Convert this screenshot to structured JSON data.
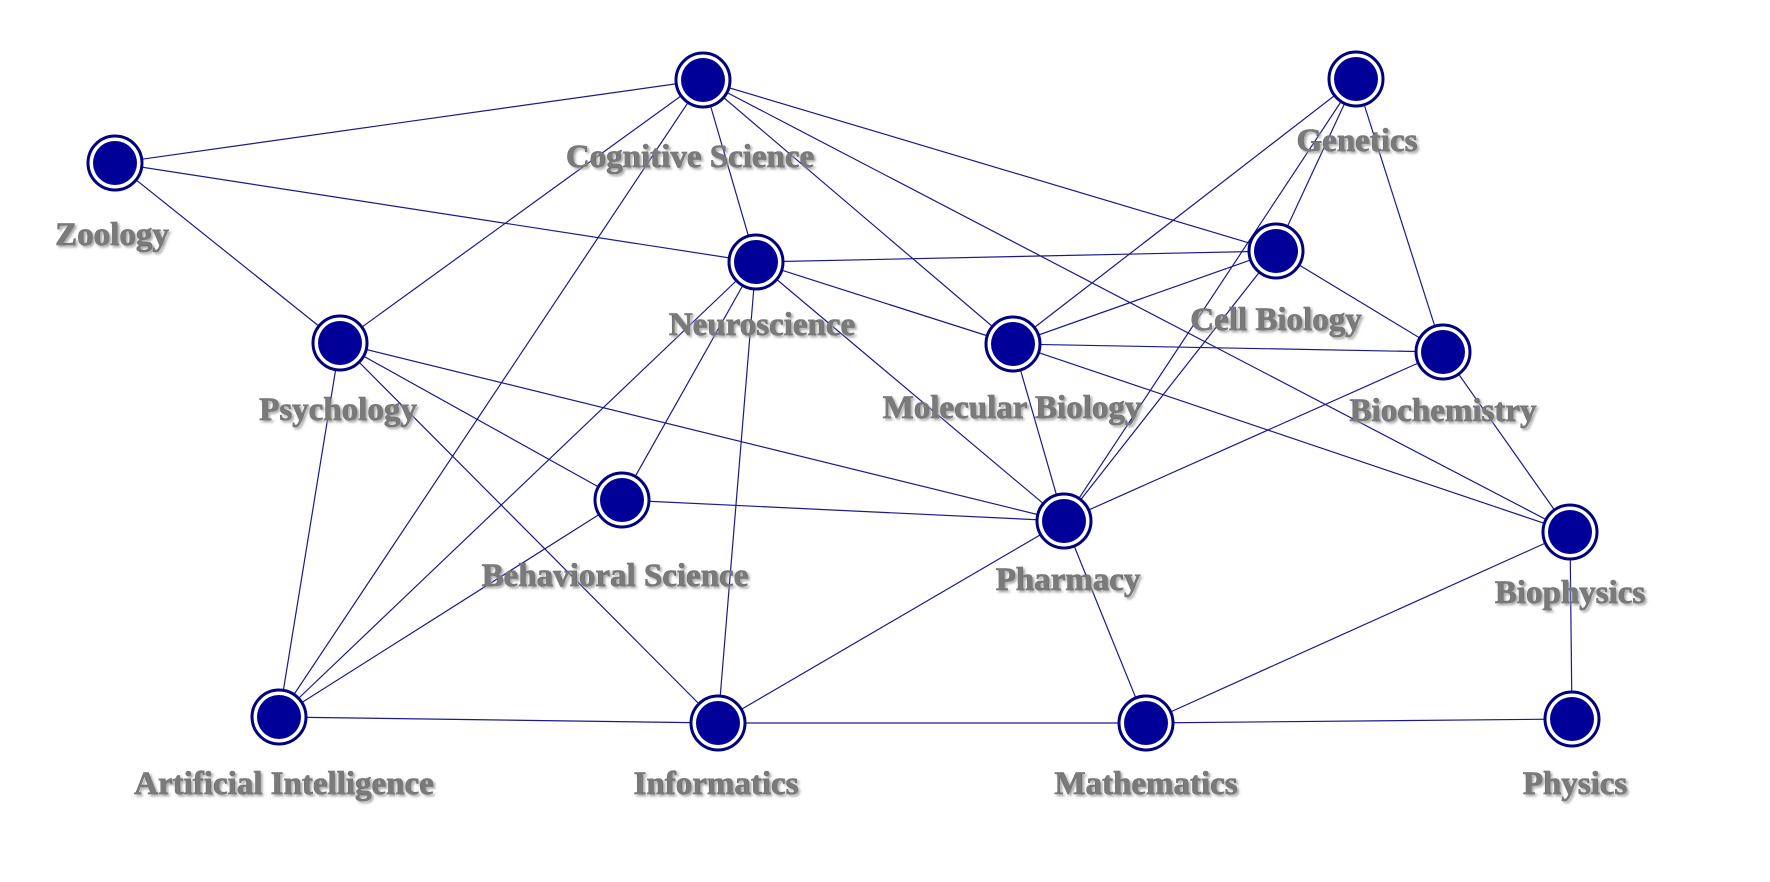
{
  "diagram": {
    "type": "network-graph",
    "colors": {
      "node_fill": "#000099",
      "node_ring": "#000080",
      "edge": "#1a1a8c",
      "label": "#7a7a7a"
    },
    "nodes": [
      {
        "id": "zoology",
        "label": "Zoology"
      },
      {
        "id": "cognitive-science",
        "label": "Cognitive Science"
      },
      {
        "id": "genetics",
        "label": "Genetics"
      },
      {
        "id": "neuroscience",
        "label": "Neuroscience"
      },
      {
        "id": "cell-biology",
        "label": "Cell Biology"
      },
      {
        "id": "psychology",
        "label": "Psychology"
      },
      {
        "id": "molecular-biology",
        "label": "Molecular Biology"
      },
      {
        "id": "biochemistry",
        "label": "Biochemistry"
      },
      {
        "id": "behavioral-science",
        "label": "Behavioral Science"
      },
      {
        "id": "pharmacy",
        "label": "Pharmacy"
      },
      {
        "id": "biophysics",
        "label": "Biophysics"
      },
      {
        "id": "artificial-intelligence",
        "label": "Artificial Intelligence"
      },
      {
        "id": "informatics",
        "label": "Informatics"
      },
      {
        "id": "mathematics",
        "label": "Mathematics"
      },
      {
        "id": "physics",
        "label": "Physics"
      }
    ],
    "edges": [
      [
        "zoology",
        "cognitive-science"
      ],
      [
        "zoology",
        "neuroscience"
      ],
      [
        "zoology",
        "psychology"
      ],
      [
        "cognitive-science",
        "neuroscience"
      ],
      [
        "cognitive-science",
        "psychology"
      ],
      [
        "cognitive-science",
        "artificial-intelligence"
      ],
      [
        "cognitive-science",
        "molecular-biology"
      ],
      [
        "cognitive-science",
        "cell-biology"
      ],
      [
        "cognitive-science",
        "biophysics"
      ],
      [
        "genetics",
        "molecular-biology"
      ],
      [
        "genetics",
        "cell-biology"
      ],
      [
        "genetics",
        "biochemistry"
      ],
      [
        "genetics",
        "pharmacy"
      ],
      [
        "neuroscience",
        "cell-biology"
      ],
      [
        "neuroscience",
        "molecular-biology"
      ],
      [
        "neuroscience",
        "behavioral-science"
      ],
      [
        "neuroscience",
        "pharmacy"
      ],
      [
        "neuroscience",
        "artificial-intelligence"
      ],
      [
        "neuroscience",
        "informatics"
      ],
      [
        "cell-biology",
        "molecular-biology"
      ],
      [
        "cell-biology",
        "biochemistry"
      ],
      [
        "cell-biology",
        "pharmacy"
      ],
      [
        "psychology",
        "behavioral-science"
      ],
      [
        "psychology",
        "pharmacy"
      ],
      [
        "psychology",
        "artificial-intelligence"
      ],
      [
        "psychology",
        "informatics"
      ],
      [
        "molecular-biology",
        "biochemistry"
      ],
      [
        "molecular-biology",
        "pharmacy"
      ],
      [
        "molecular-biology",
        "biophysics"
      ],
      [
        "biochemistry",
        "biophysics"
      ],
      [
        "biochemistry",
        "pharmacy"
      ],
      [
        "behavioral-science",
        "pharmacy"
      ],
      [
        "behavioral-science",
        "artificial-intelligence"
      ],
      [
        "pharmacy",
        "informatics"
      ],
      [
        "pharmacy",
        "mathematics"
      ],
      [
        "biophysics",
        "mathematics"
      ],
      [
        "biophysics",
        "physics"
      ],
      [
        "artificial-intelligence",
        "informatics"
      ],
      [
        "informatics",
        "mathematics"
      ],
      [
        "mathematics",
        "physics"
      ]
    ]
  }
}
